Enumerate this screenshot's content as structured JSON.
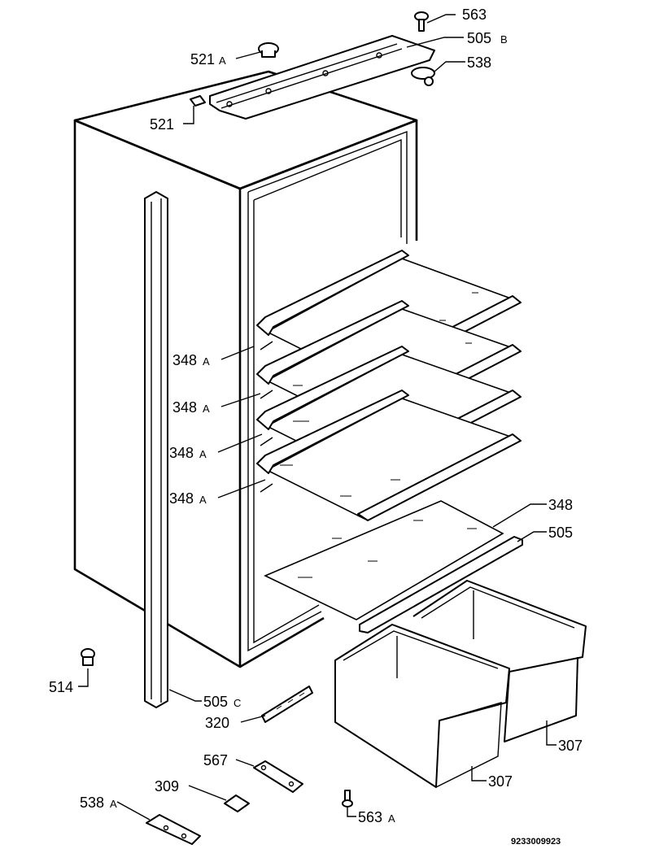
{
  "labels": {
    "l563": "563",
    "l505b": "505",
    "l505b_suffix": "B",
    "l521a": "521",
    "l521a_suffix": "A",
    "l538": "538",
    "l521": "521",
    "l348a_1": "348",
    "l348a_1_suffix": "A",
    "l348a_2": "348",
    "l348a_2_suffix": "A",
    "l348a_3": "348",
    "l348a_3_suffix": "A",
    "l348a_4": "348",
    "l348a_4_suffix": "A",
    "l348": "348",
    "l505": "505",
    "l514": "514",
    "l505c": "505",
    "l505c_suffix": "C",
    "l320": "320",
    "l307_right": "307",
    "l307_front": "307",
    "l567": "567",
    "l309": "309",
    "l538a": "538",
    "l538a_suffix": "A",
    "l563a": "563",
    "l563a_suffix": "A"
  },
  "drawing_number": "9233009923"
}
